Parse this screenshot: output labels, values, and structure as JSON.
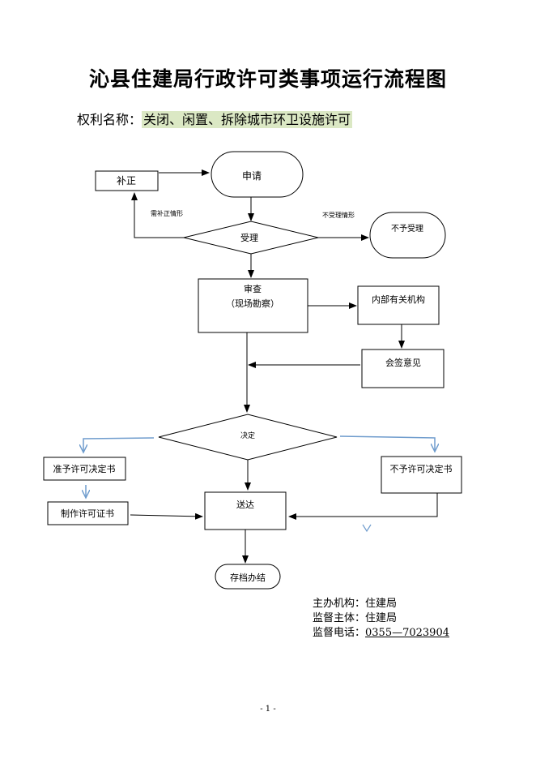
{
  "title": "沁县住建局行政许可类事项运行流程图",
  "rights": {
    "label": "权利名称：",
    "value": "关闭、闲置、拆除城市环卫设施许可"
  },
  "flow": {
    "buzheng": "补正",
    "shenqing": "申请",
    "xubuzheng": "需补正情形",
    "bushouli_qingxing": "不受理情形",
    "bushouli": "不予受理",
    "shouli": "受理",
    "shencha_1": "审查",
    "shencha_2": "（现场勘察）",
    "neibu": "内部有关机构",
    "huiqian": "会签意见",
    "jueding": "决定",
    "zhunyu": "准予许可决定书",
    "buyu": "不予许可决定书",
    "zhizuo": "制作许可证书",
    "songda": "送达",
    "cundang": "存档办结"
  },
  "footer": {
    "org_label": "主办机构：",
    "org": "住建局",
    "sup_label": "监督主体：",
    "sup": "住建局",
    "tel_label": "监督电话：",
    "tel": "0355—7023904"
  },
  "page_number": "- 1 -",
  "colors": {
    "highlight": "#dbe8c4",
    "blue_arrow": "#6f9ccd",
    "line": "#000000"
  }
}
